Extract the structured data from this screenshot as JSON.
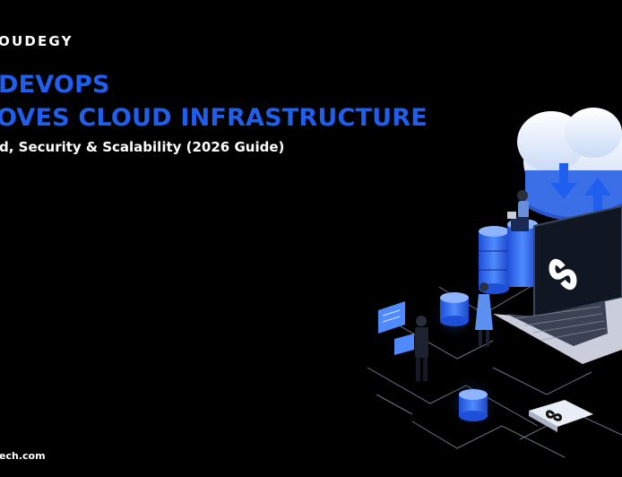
{
  "brand": {
    "name": "OUDEGY"
  },
  "headline": {
    "line1": "DEVOPS",
    "line2": "OVES CLOUD INFRASTRUCTURE",
    "subline": "d, Security & Scalability (2026 Guide)"
  },
  "footer": {
    "url_fragment": "ech.com"
  },
  "colors": {
    "background": "#000000",
    "accent_blue": "#1f5ff0",
    "text": "#ffffff"
  }
}
